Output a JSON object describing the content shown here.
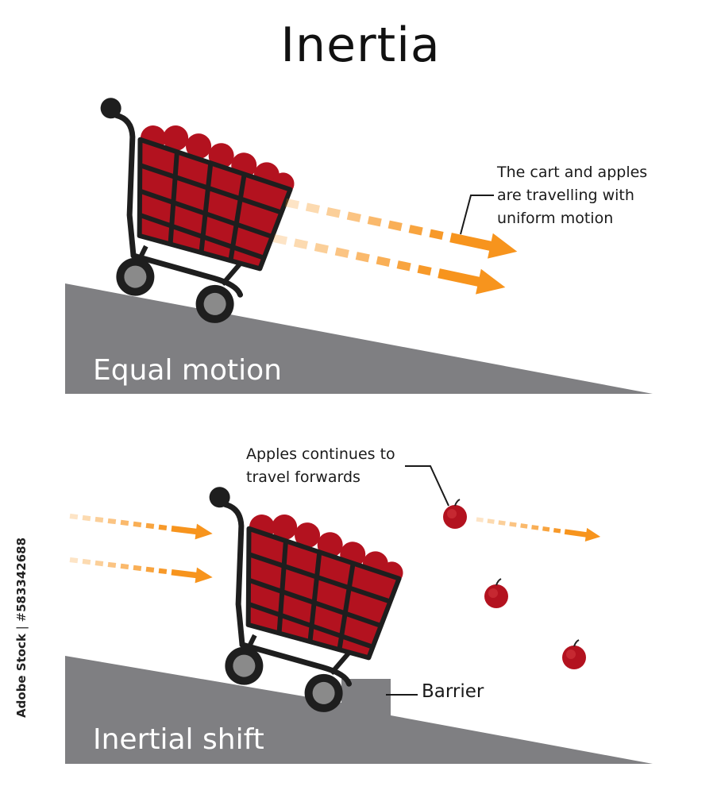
{
  "title": "Inertia",
  "panels": {
    "top": {
      "ramp_label": "Equal motion",
      "annotation": [
        "The cart and apples",
        "are travelling with",
        "uniform motion"
      ]
    },
    "bottom": {
      "ramp_label": "Inertial shift",
      "annotation": [
        "Apples continues to",
        "travel forwards"
      ],
      "barrier_label": "Barrier"
    }
  },
  "watermark_id": "583342688",
  "watermark_brand": "Adobe Stock",
  "colors": {
    "ramp": "#7f7f82",
    "arrow": "#f7941d",
    "cart": "#1e1e1e",
    "apple": "#b3121f",
    "wheel_hub": "#8a8a8a"
  }
}
